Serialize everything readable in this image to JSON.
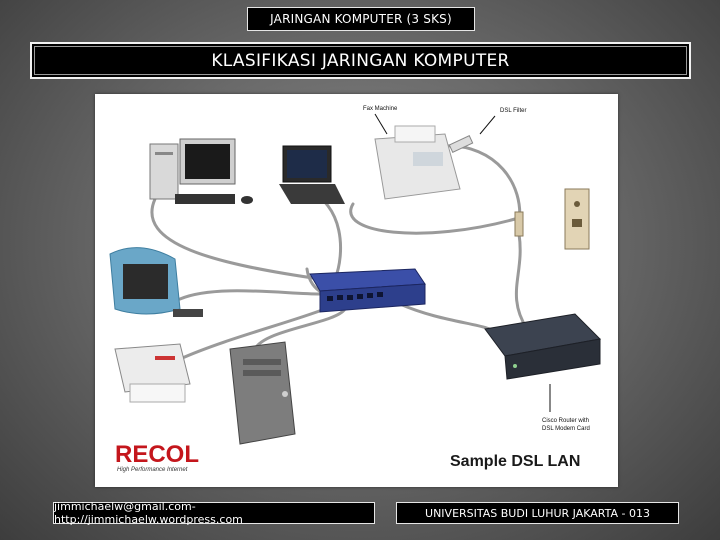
{
  "header": {
    "course_label": "JARINGAN KOMPUTER (3 SKS)"
  },
  "slide": {
    "title": "KLASIFIKASI JARINGAN KOMPUTER"
  },
  "diagram": {
    "labels": {
      "fax": "Fax Machine",
      "dsl_filter": "DSL Filter",
      "router_line1": "Cisco Router with",
      "router_line2": "DSL Modem Card",
      "caption": "Sample DSL LAN",
      "brand": "RECOL",
      "brand_tagline": "High Performance Internet"
    }
  },
  "footer": {
    "contact": "jimmichaelw@gmail.com- http://jimmichaelw.wordpress.com",
    "institution": "UNIVERSITAS BUDI LUHUR JAKARTA - 013"
  },
  "colors": {
    "brand_red": "#c4161c",
    "switch_blue": "#2d3f8c",
    "imac_teal": "#6aa7c8"
  }
}
